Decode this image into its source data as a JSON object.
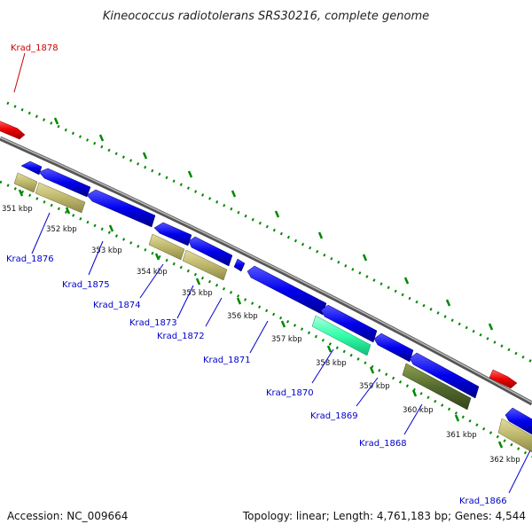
{
  "title": "Kineococcus radiotolerans SRS30216, complete genome",
  "footer": {
    "accession": "Accession: NC_009664",
    "summary": "Topology: linear; Length: 4,761,183 bp; Genes: 4,544"
  },
  "kbp_ticks": [
    "351 kbp",
    "352 kbp",
    "353 kbp",
    "354 kbp",
    "355 kbp",
    "356 kbp",
    "357 kbp",
    "358 kbp",
    "359 kbp",
    "360 kbp",
    "361 kbp",
    "362 kbp"
  ],
  "gene_labels": [
    "Krad_1878",
    "Krad_1876",
    "Krad_1875",
    "Krad_1874",
    "Krad_1873",
    "Krad_1872",
    "Krad_1871",
    "Krad_1870",
    "Krad_1869",
    "Krad_1868",
    "Krad_1866"
  ],
  "colors": {
    "forward_label": "#cc0000",
    "reverse_label": "#0000cc",
    "blue_gene": "#0000ee",
    "red_gene": "#ee0000",
    "khaki_gene": "#bdb76b",
    "green_gene": "#556b2f",
    "teal_gene": "#33ffaa",
    "tick_green": "#008800",
    "backbone": "#888888"
  }
}
